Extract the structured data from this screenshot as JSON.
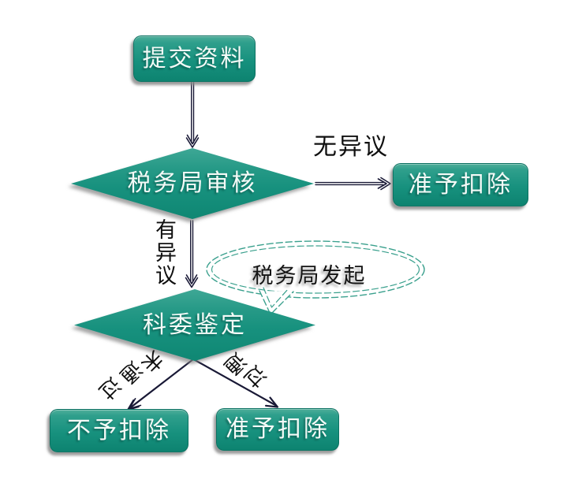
{
  "diagram": {
    "title": "tax-deduction-approval-flowchart",
    "nodes": {
      "submit": {
        "label": "提交资料",
        "type": "process"
      },
      "review": {
        "label": "税务局审核",
        "type": "decision"
      },
      "approve_right": {
        "label": "准予扣除",
        "type": "process"
      },
      "appraise": {
        "label": "科委鉴定",
        "type": "decision"
      },
      "deny": {
        "label": "不予扣除",
        "type": "process"
      },
      "approve_bottom": {
        "label": "准予扣除",
        "type": "process"
      }
    },
    "edge_labels": {
      "no_objection": "无异议",
      "has_objection": "有异议",
      "fail": "未通过",
      "pass": "通过"
    },
    "callout": {
      "text": "税务局发起"
    },
    "colors": {
      "node_fill": "#17917e",
      "node_fill_light": "#3ea795",
      "node_text": "#f4faf7",
      "arrow": "#191936",
      "callout_border": "#3aa08d",
      "label_text": "#101010",
      "background": "#ffffff"
    }
  }
}
